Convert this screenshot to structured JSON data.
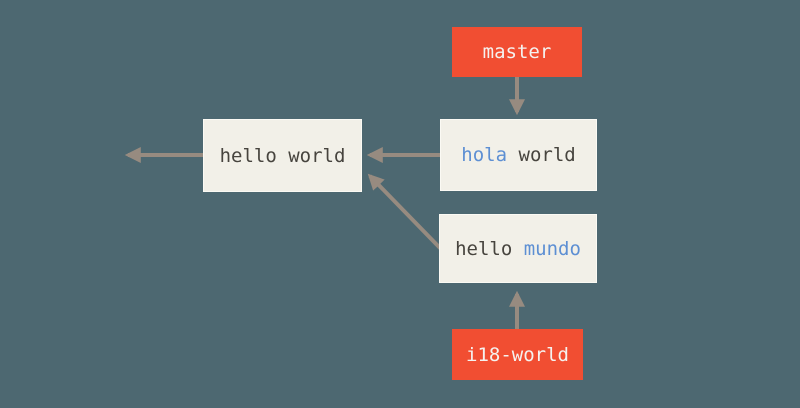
{
  "diagram": {
    "kind": "git-commit-history",
    "description": "Two divergent branches (master and i18-world) pointing at commits that share a common ancestor commit"
  },
  "colors": {
    "bg": "#4d6871",
    "branch-bg": "#f14e32",
    "branch-text": "#f5f2ef",
    "commit-bg": "#f2f0e8",
    "commit-border": "#fbfaf4",
    "text-dark": "#47443e",
    "text-blue": "#5d8fd3",
    "arrow": "#978b80"
  },
  "branches": [
    {
      "label": "master"
    },
    {
      "label": "i18-world"
    }
  ],
  "commits": [
    {
      "id": "hello-world",
      "segments": [
        {
          "text": "hello world",
          "style": "dark"
        }
      ]
    },
    {
      "id": "hola-world",
      "segments": [
        {
          "text": "hola",
          "style": "blue"
        },
        {
          "text": " world",
          "style": "dark"
        }
      ]
    },
    {
      "id": "hello-mundo",
      "segments": [
        {
          "text": "hello",
          "style": "dark"
        },
        {
          "text": " mundo",
          "style": "blue"
        }
      ]
    }
  ],
  "arrows": [
    {
      "from": "master-label",
      "to": "hola-world-commit"
    },
    {
      "from": "hola-world-commit",
      "to": "hello-world-commit"
    },
    {
      "from": "hello-world-commit",
      "to": "earlier-history-offscreen"
    },
    {
      "from": "hello-mundo-commit",
      "to": "hello-world-commit"
    },
    {
      "from": "i18-world-label",
      "to": "hello-mundo-commit"
    }
  ]
}
